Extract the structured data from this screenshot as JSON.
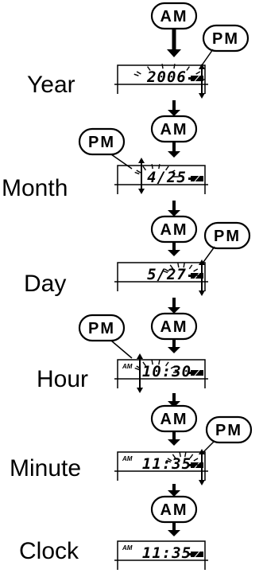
{
  "buttons": {
    "am": "AM",
    "pm": "PM"
  },
  "steps": [
    {
      "label": "Year",
      "display": "2006",
      "prefix": "",
      "blink": "year"
    },
    {
      "label": "Month",
      "display": "4/25",
      "prefix": "",
      "blink": "month"
    },
    {
      "label": "Day",
      "display": "5/27",
      "prefix": "",
      "blink": "day"
    },
    {
      "label": "Hour",
      "display": "10:30",
      "prefix": "AM",
      "blink": "hour"
    },
    {
      "label": "Minute",
      "display": "11:35",
      "prefix": "AM",
      "blink": "minute"
    },
    {
      "label": "Clock",
      "display": "11:35",
      "prefix": "AM",
      "blink": "none"
    }
  ],
  "colors": {
    "ink": "#000000",
    "paper": "#ffffff"
  }
}
